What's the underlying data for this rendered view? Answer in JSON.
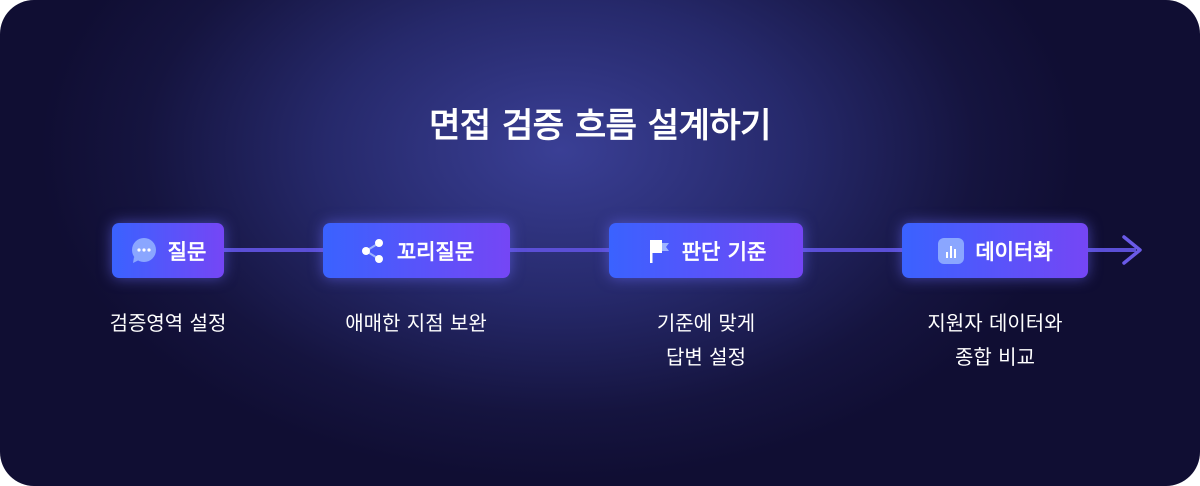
{
  "title": "면접 검증 흐름 설계하기",
  "steps": [
    {
      "label": "질문",
      "icon": "chat-bubble-icon",
      "caption": [
        "검증영역 설정"
      ]
    },
    {
      "label": "꼬리질문",
      "icon": "share-icon",
      "caption": [
        "애매한 지점 보완"
      ]
    },
    {
      "label": "판단 기준",
      "icon": "flag-icon",
      "caption": [
        "기준에 맞게",
        "답변 설정"
      ]
    },
    {
      "label": "데이터화",
      "icon": "bar-chart-icon",
      "caption": [
        "지원자 데이터와",
        "종합 비교"
      ]
    }
  ],
  "colors": {
    "accent_start": "#3a62ff",
    "accent_end": "#7546f5",
    "line": "#5b4fd6"
  }
}
